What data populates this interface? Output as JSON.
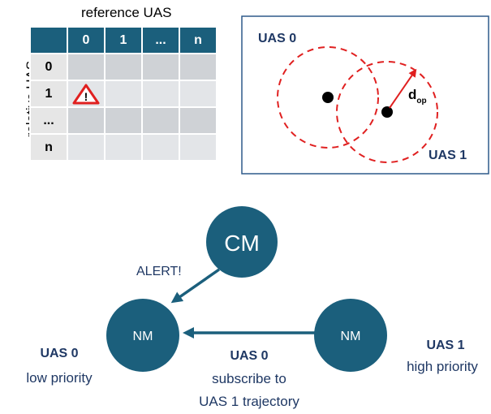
{
  "matrix": {
    "title": "reference UAS",
    "row_axis_label": "relative UAS",
    "col_headers": [
      "0",
      "1",
      "...",
      "n"
    ],
    "row_headers": [
      "0",
      "1",
      "...",
      "n"
    ],
    "alert_cell": {
      "row": 1,
      "col": 0,
      "icon": "warning-triangle-icon",
      "glyph": "!"
    }
  },
  "proximity": {
    "uas0_label": "UAS 0",
    "uas1_label": "UAS 1",
    "distance_label_main": "d",
    "distance_label_sub": "op"
  },
  "graph": {
    "cm_label": "CM",
    "nm_left_label": "NM",
    "nm_right_label": "NM",
    "alert_label": "ALERT!",
    "uas0_name": "UAS 0",
    "uas0_priority": "low priority",
    "uas1_name": "UAS 1",
    "uas1_priority": "high priority",
    "edge_title": "UAS 0",
    "edge_line1": "subscribe to",
    "edge_line2": "UAS 1 trajectory"
  },
  "colors": {
    "node": "#1b5f7c",
    "header": "#1b5f7c",
    "accent_red": "#e02020",
    "text_navy": "#1f3864"
  }
}
